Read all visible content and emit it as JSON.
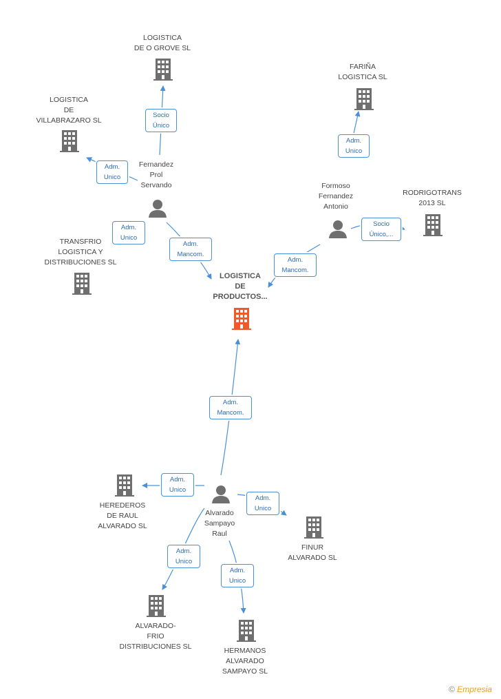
{
  "nodes": {
    "main": {
      "label": "LOGISTICA\nDE\nPRODUCTOS...",
      "color": "#ef5a28"
    },
    "logistica_grove": {
      "label": "LOGISTICA\nDE O GROVE SL"
    },
    "logistica_villabrazaro": {
      "label": "LOGISTICA\nDE\nVILLABRAZARO SL"
    },
    "transfrio": {
      "label": "TRANSFRIO\nLOGISTICA Y\nDISTRIBUCIONES SL"
    },
    "fernandez_prol": {
      "label": "Fernandez\nProl\nServando"
    },
    "farina": {
      "label": "FARIÑA\nLOGISTICA SL"
    },
    "formoso": {
      "label": "Formoso\nFernandez\nAntonio"
    },
    "rodrigotrans": {
      "label": "RODRIGOTRANS\n2013 SL"
    },
    "alvarado_raul": {
      "label": "Alvarado\nSampayo\nRaul"
    },
    "herederos": {
      "label": "HEREDEROS\nDE RAUL\nALVARADO  SL"
    },
    "finur": {
      "label": "FINUR\nALVARADO  SL"
    },
    "alvarado_frio": {
      "label": "ALVARADO-\nFRIO\nDISTRIBUCIONES SL"
    },
    "hermanos": {
      "label": "HERMANOS\nALVARADO\nSAMPAYO SL"
    }
  },
  "edges": {
    "e1": "Socio\nÚnico",
    "e2": "Adm.\nUnico",
    "e3": "Adm.\nUnico",
    "e4": "Adm.\nMancom.",
    "e5": "Adm.\nUnico",
    "e6": "Socio\nÚnico,...",
    "e7": "Adm.\nMancom.",
    "e8": "Adm.\nMancom.",
    "e9": "Adm.\nUnico",
    "e10": "Adm.\nUnico",
    "e11": "Adm.\nUnico",
    "e12": "Adm.\nUnico"
  },
  "colors": {
    "edge": "#4a90d9",
    "icon": "#6f6f6f",
    "main_icon": "#ef5a28"
  },
  "footer": {
    "copyright": "©",
    "brand": "Empresia"
  }
}
